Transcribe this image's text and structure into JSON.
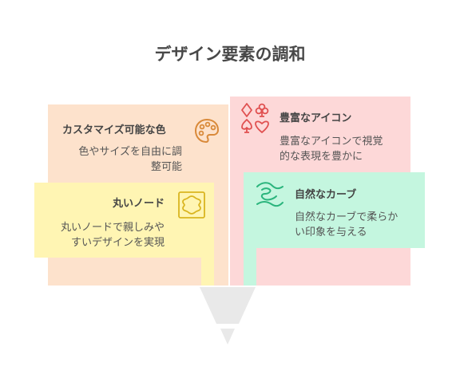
{
  "title": "デザイン要素の調和",
  "colors": {
    "peach": "#fde2cc",
    "pink": "#fdd8d8",
    "yellow": "#fff5b3",
    "mint": "#c4f6df",
    "funnel": "#e9e9e9",
    "icon_peach": "#d98a3a",
    "icon_pink": "#e05050",
    "icon_yellow": "#d9b520",
    "icon_mint": "#2bb57d"
  },
  "cards": {
    "custom_colors": {
      "title": "カスタマイズ可能な色",
      "desc_line1": "色やサイズを自由に調",
      "desc_line2": "整可能",
      "icon": "palette-icon"
    },
    "rich_icons": {
      "title": "豊富なアイコン",
      "desc_line1": "豊富なアイコンで視覚",
      "desc_line2": "的な表現を豊かに",
      "icon": "card-suits-icon"
    },
    "round_nodes": {
      "title": "丸いノード",
      "desc_line1": "丸いノードで親しみや",
      "desc_line2": "すいデザインを実現",
      "icon": "round-node-icon"
    },
    "natural_curves": {
      "title": "自然なカーブ",
      "desc_line1": "自然なカーブで柔らか",
      "desc_line2": "い印象を与える",
      "icon": "curve-icon"
    }
  }
}
